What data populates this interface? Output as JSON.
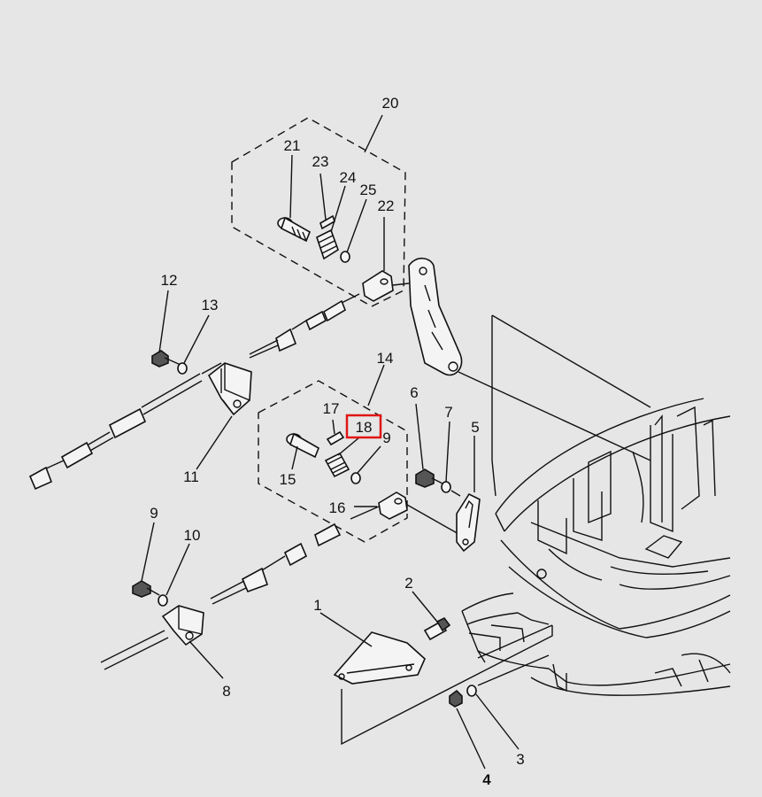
{
  "diagram": {
    "labels": {
      "p1": "1",
      "p2": "2",
      "p3": "3",
      "p4": "4",
      "p5": "5",
      "p6": "6",
      "p7": "7",
      "p8": "8",
      "p9a": "9",
      "p9b": "9",
      "p10": "10",
      "p11": "11",
      "p12": "12",
      "p13": "13",
      "p14": "14",
      "p15": "15",
      "p16": "16",
      "p17": "17",
      "p18": "18",
      "p20": "20",
      "p21": "21",
      "p22": "22",
      "p23": "23",
      "p24": "24",
      "p25": "25"
    },
    "highlighted_part": "18",
    "highlight_color": "#e01414"
  }
}
